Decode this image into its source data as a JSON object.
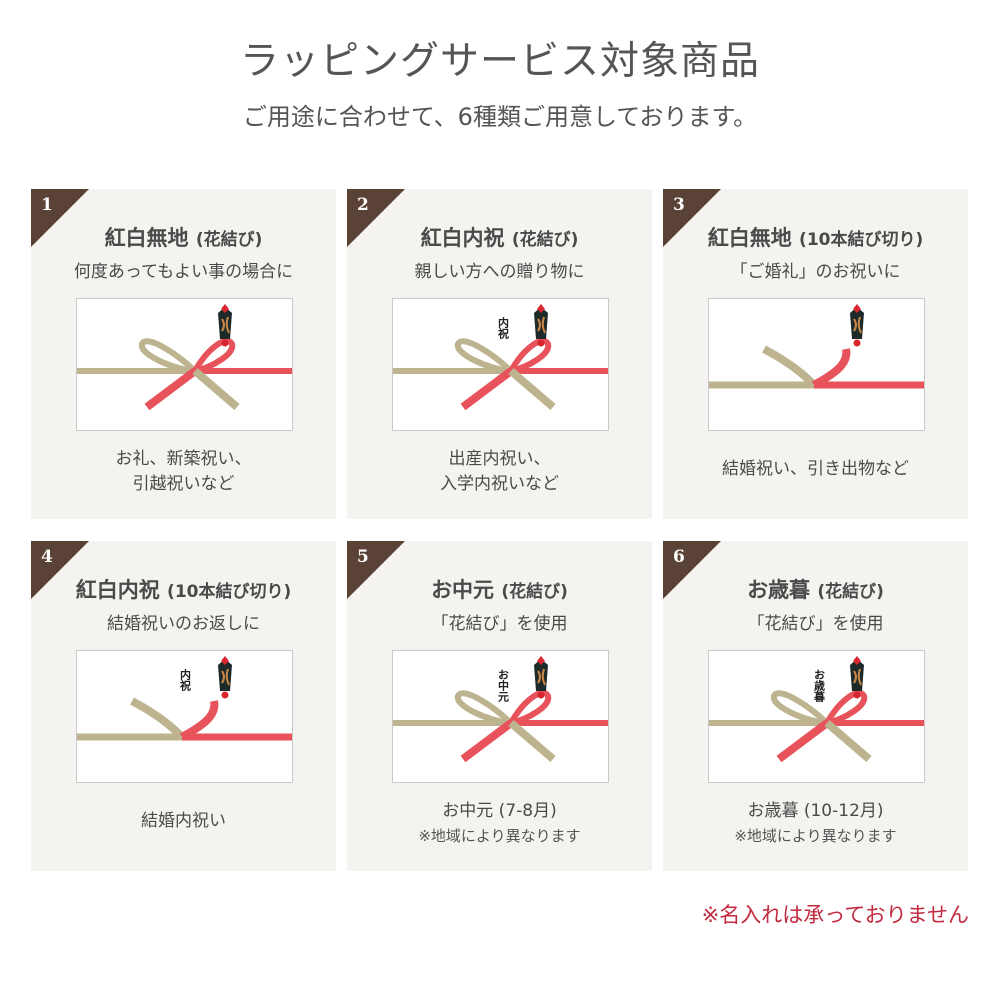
{
  "header": {
    "title": "ラッピングサービス対象商品",
    "subtitle": "ご用途に合わせて、6種類ご用意しております。"
  },
  "colors": {
    "badge": "#5b4236",
    "card_bg": "#f4f3ef",
    "red_cord": "#e8525a",
    "gold_cord": "#bdb48f",
    "footer": "#c22a3f"
  },
  "cards": [
    {
      "number": "1",
      "title": "紅白無地",
      "knot": "(花結び)",
      "subtitle": "何度あってもよい事の場合に",
      "inscription": "",
      "style": "hana",
      "desc": [
        "お礼、新築祝い、",
        "引越祝いなど"
      ],
      "note": ""
    },
    {
      "number": "2",
      "title": "紅白内祝",
      "knot": "(花結び)",
      "subtitle": "親しい方への贈り物に",
      "inscription": "内祝",
      "style": "hana",
      "desc": [
        "出産内祝い、",
        "入学内祝いなど"
      ],
      "note": ""
    },
    {
      "number": "3",
      "title": "紅白無地",
      "knot": "(10本結び切り)",
      "subtitle": "「ご婚礼」のお祝いに",
      "inscription": "",
      "style": "kiri",
      "desc": [
        "結婚祝い、引き出物など"
      ],
      "note": ""
    },
    {
      "number": "4",
      "title": "紅白内祝",
      "knot": "(10本結び切り)",
      "subtitle": "結婚祝いのお返しに",
      "inscription": "内祝",
      "style": "kiri",
      "desc": [
        "結婚内祝い"
      ],
      "note": ""
    },
    {
      "number": "5",
      "title": "お中元",
      "knot": "(花結び)",
      "subtitle": "「花結び」を使用",
      "inscription": "お中元",
      "style": "hana",
      "desc": [
        "お中元 (7-8月)"
      ],
      "note": "※地域により異なります"
    },
    {
      "number": "6",
      "title": "お歳暮",
      "knot": "(花結び)",
      "subtitle": "「花結び」を使用",
      "inscription": "お歳暮",
      "style": "hana",
      "desc": [
        "お歳暮 (10-12月)"
      ],
      "note": "※地域により異なります"
    }
  ],
  "footer": {
    "notice": "※名入れは承っておりません"
  }
}
